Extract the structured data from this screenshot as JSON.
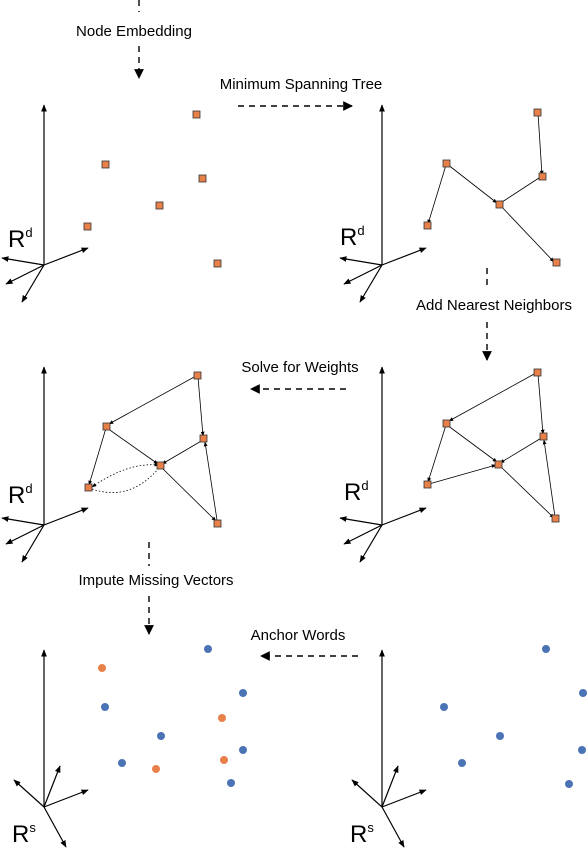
{
  "steps": {
    "node_embedding": "Node Embedding",
    "minimum_spanning_tree": "Minimum Spanning Tree",
    "add_nearest_neighbors": "Add Nearest Neighbors",
    "solve_for_weights": "Solve for Weights",
    "impute_missing_vectors": "Impute Missing Vectors",
    "anchor_words": "Anchor Words"
  },
  "spaces": {
    "base": "R",
    "sup_d": "d",
    "sup_s": "s"
  },
  "colors": {
    "node_orange": "#e8804a",
    "node_blue": "#4b74b6"
  },
  "icons": {
    "flow_arrow": "arrow-down-icon"
  }
}
